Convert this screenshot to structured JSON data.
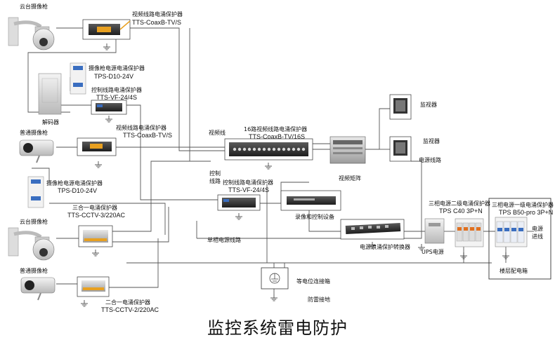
{
  "title": "监控系统雷电防护",
  "devices": {
    "ptz_camera_top": "云台摄像枪",
    "decoder": "解码器",
    "normal_camera_1": "普通摄像枪",
    "ptz_camera_bottom": "云台摄像枪",
    "normal_camera_2": "普通摄像枪",
    "video_matrix": "视频矩阵",
    "monitor_1": "监视器",
    "monitor_2": "监视器",
    "recorder": "录像和控制设备",
    "power_strip": "电源浪涌保护转换器",
    "ups": "UPS电源",
    "floor_box": "楼层配电箱",
    "equipotential_box": "等电位连接箱",
    "lightning_ground": "防雷接地"
  },
  "protectors": {
    "video_top": {
      "name": "视频线路电涌保护器",
      "model": "TTS-CoaxB-TV/S"
    },
    "cam_power_top": {
      "name": "摄像枪电源电涌保护器",
      "model": "TPS-D10-24V"
    },
    "ctrl_top": {
      "name": "控制线路电涌保护器",
      "model": "TTS-VF-24/4S"
    },
    "video_mid": {
      "name": "视频线路电涌保护器",
      "model": "TTS-CoaxB-TV/S"
    },
    "video_16": {
      "name": "16路视频线路电涌保护器",
      "model": "TTS-CoaxB-TV/16S"
    },
    "cam_power_mid": {
      "name": "摄像枪电源电涌保护器",
      "model": "TPS-D10-24V"
    },
    "ctrl_mid": {
      "name": "控制线路电涌保护器",
      "model": "TTS-VF-24/4S"
    },
    "three_in_one_3": {
      "name": "三合一电涌保护器",
      "model": "TTS-CCTV-3/220AC"
    },
    "three_in_one_2": {
      "name": "二合一电涌保护器",
      "model": "TTS-CCTV-2/220AC"
    },
    "spd_level2": {
      "name": "三相电源二级电涌保护器",
      "model": "TPS C40 3P+N"
    },
    "spd_level1": {
      "name": "三相电源一级电涌保护器",
      "model": "TPS B50-pro 3P+N"
    }
  },
  "lines": {
    "video_line": "视频线",
    "control_line_1": "控制",
    "control_line_2": "线路",
    "single_phase": "单相电源线路",
    "power_line": "电源线路",
    "power_in_1": "电源",
    "power_in_2": "进线"
  }
}
